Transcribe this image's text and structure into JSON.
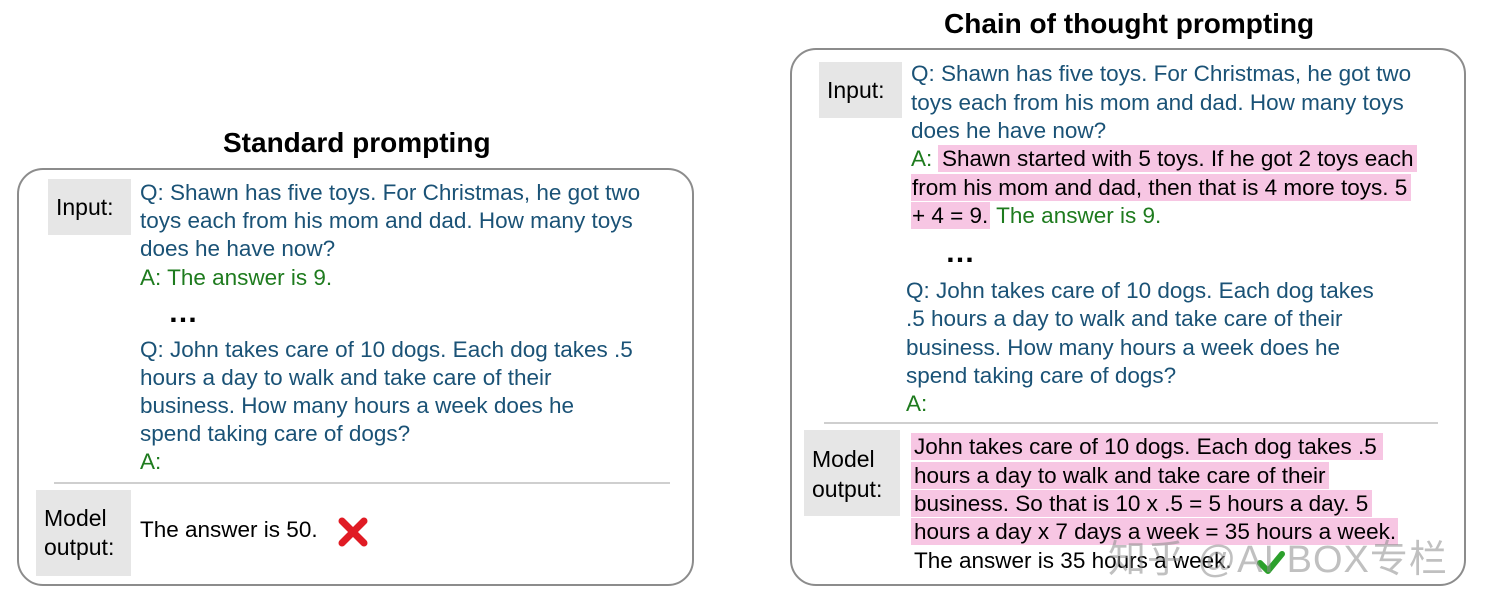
{
  "standard": {
    "title": "Standard prompting",
    "input_label": "Input:",
    "q1": [
      "Q: Shawn has five toys. For Christmas, he got two",
      "toys each from his mom and dad. How many toys",
      "does he have now?"
    ],
    "a1": "A: The answer is 9.",
    "ellipsis": "…",
    "q2": [
      "Q: John takes care of 10 dogs.  Each dog takes .5",
      "hours a day to walk and take care of their",
      "business.  How many hours a week does he",
      "spend taking care of dogs?"
    ],
    "a2": "A:",
    "output_label": [
      "Model",
      "output:"
    ],
    "output": "The answer is 50.",
    "mark_icon": "red-cross-icon"
  },
  "cot": {
    "title": "Chain of thought prompting",
    "input_label": "Input:",
    "q1": [
      "Q: Shawn has five toys. For Christmas, he got two",
      "toys each from his mom and dad. How many toys",
      "does he have now?"
    ],
    "a1_prefix": "A: ",
    "a1_reason": [
      "Shawn started with 5 toys. If he got 2 toys each",
      "from his mom and dad, then that is 4 more toys. 5",
      "+ 4 = 9."
    ],
    "a1_answer": " The answer is 9.",
    "ellipsis": "…",
    "q2": [
      "Q: John takes care of 10 dogs.  Each dog takes",
      ".5 hours a day to walk and take care of their",
      "business.  How many hours a week does he",
      "spend taking care of dogs?"
    ],
    "a2": "A:",
    "output_label": [
      "Model",
      "output:"
    ],
    "output_reason": [
      "John takes care of 10 dogs. Each dog takes .5",
      "hours a day to walk and take care of their",
      "business. So that is 10 x .5 = 5 hours a day. 5",
      "hours a day x 7 days a week = 35 hours a week."
    ],
    "output_answer": "The answer is 35 hours a week.",
    "mark_icon": "green-check-icon"
  },
  "watermark": "知乎 @AI BOX专栏",
  "colors": {
    "question": "#1a5276",
    "answer": "#1e7b1e",
    "highlight": "#f7c6e3",
    "wrong": "#e01b24",
    "right": "#2ca02c"
  }
}
